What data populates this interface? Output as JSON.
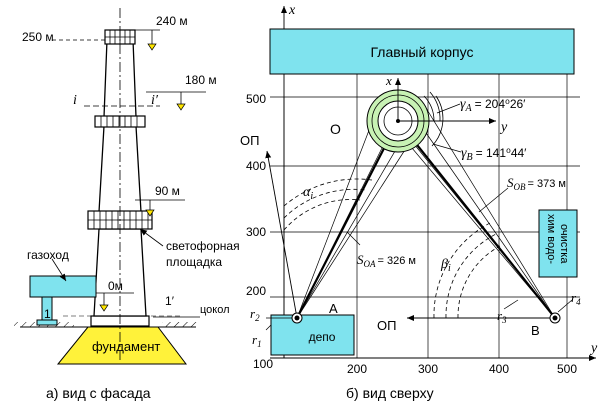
{
  "colors": {
    "cyan": "#7fe3ee",
    "yellow": "#fff23a",
    "green": "#c8f2b4",
    "marker": "#ffe600"
  },
  "left": {
    "mark_250": "250 м",
    "mark_240": "240 м",
    "mark_180": "180 м",
    "mark_90": "90 м",
    "mark_0": "0м",
    "section_i": "i",
    "section_i2": "i",
    "section_i2_prime": "′",
    "gas_duct": "газоход",
    "signal_platform_1": "светофорная",
    "signal_platform_2": "площадка",
    "plinth": "цокол",
    "foundation": "фундамент",
    "num_1": "1",
    "num_1b": "1",
    "num_1b_prime": "′",
    "caption": "а) вид с фасада"
  },
  "right": {
    "x_axis": "x",
    "y_axis": "y",
    "main_building": "Главный корпус",
    "label_O": "О",
    "label_OP_left": "ОП",
    "label_OP_bottom": "ОП",
    "label_A": "А",
    "label_B": "В",
    "depot": "депо",
    "chem_1": "хим водо-",
    "chem_2": "очистка",
    "local_x": "x",
    "local_y": "y",
    "gamma_A": "γ",
    "gamma_A_sub": "A",
    "gamma_A_val": "= 204⁰26′",
    "gamma_B": "γ",
    "gamma_B_sub": "B",
    "gamma_B_val": "= 141⁰44′",
    "alpha": "α",
    "alpha_sub": "i",
    "beta": "β",
    "beta_sub": "i",
    "s_ob": "S",
    "s_ob_sub": "OB",
    "s_ob_val": "= 373 м",
    "s_oa": "S",
    "s_oa_sub": "OA",
    "s_oa_val": "= 326 м",
    "r1": "r",
    "r1_sub": "1",
    "r2": "r",
    "r2_sub": "2",
    "r3": "r",
    "r3_sub": "3",
    "r4": "r",
    "r4_sub": "4",
    "ticks_x": [
      "100",
      "200",
      "300",
      "400",
      "500"
    ],
    "ticks_y": [
      "200",
      "300",
      "400",
      "500"
    ],
    "caption": "б) вид сверху"
  }
}
